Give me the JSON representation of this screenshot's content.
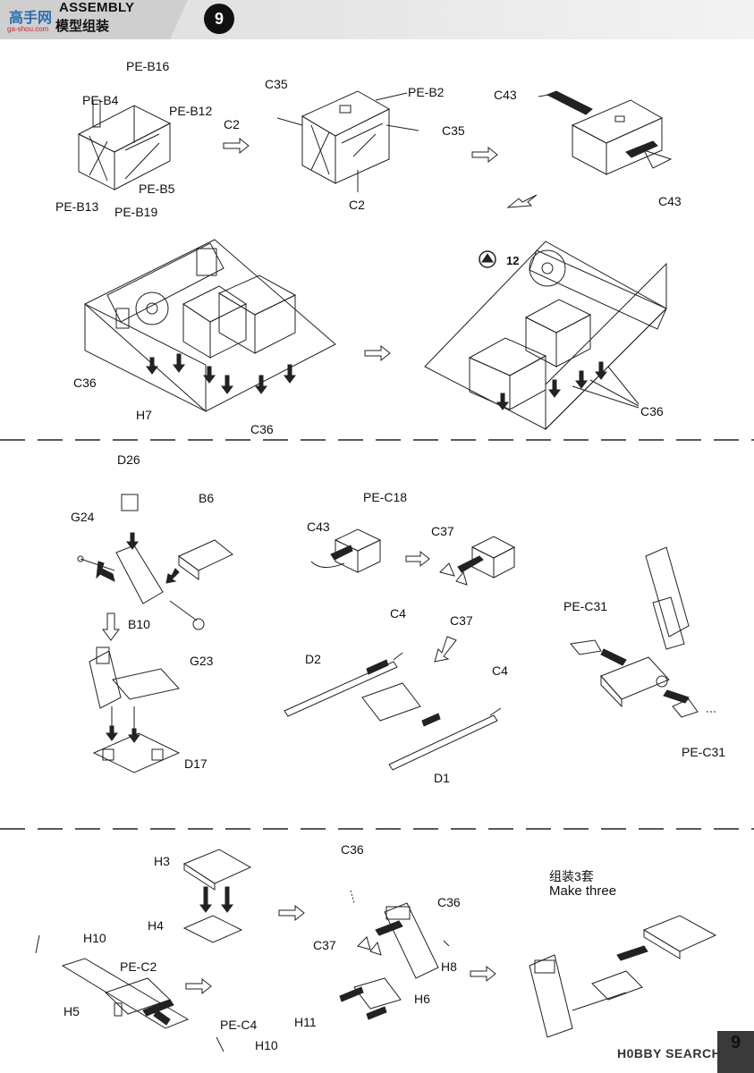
{
  "header": {
    "title_en": "ASSEMBLY",
    "title_cn": "模型组装",
    "step_number": "9",
    "logo_text": "高手网",
    "logo_sub": "ga-shou.com"
  },
  "section1": {
    "labels": {
      "pe_b16": "PE-B16",
      "pe_b4": "PE-B4",
      "pe_b12": "PE-B12",
      "pe_b5": "PE-B5",
      "pe_b13": "PE-B13",
      "pe_b19": "PE-B19",
      "c35_top": "C35",
      "pe_b2": "PE-B2",
      "c2_left": "C2",
      "c35_right": "C35",
      "c2_bottom": "C2",
      "c43_top": "C43",
      "c43_bottom": "C43",
      "c36_left": "C36",
      "h7": "H7",
      "c36_bottom": "C36",
      "c36_right": "C36",
      "step_ref": "12"
    }
  },
  "section2": {
    "labels": {
      "d26": "D26",
      "b6": "B6",
      "g24": "G24",
      "b10": "B10",
      "g23": "G23",
      "d17": "D17",
      "pe_c18": "PE-C18",
      "c43": "C43",
      "c37_top": "C37",
      "c37_bottom": "C37",
      "c4_top": "C4",
      "d2": "D2",
      "c4_right": "C4",
      "d1": "D1",
      "pe_c31_top": "PE-C31",
      "pe_c31_bottom": "PE-C31"
    }
  },
  "section3": {
    "labels": {
      "h3": "H3",
      "h4": "H4",
      "h10_top": "H10",
      "pe_c2": "PE-C2",
      "h5": "H5",
      "pe_c4": "PE-C4",
      "h10_bottom": "H10",
      "c36_top": "C36",
      "c36_right": "C36",
      "c37": "C37",
      "h8": "H8",
      "h6": "H6",
      "h11": "H11"
    },
    "note_cn": "组装3套",
    "note_en": "Make three"
  },
  "footer": {
    "brand": "H0BBY SEARCH",
    "page_number": "9"
  }
}
